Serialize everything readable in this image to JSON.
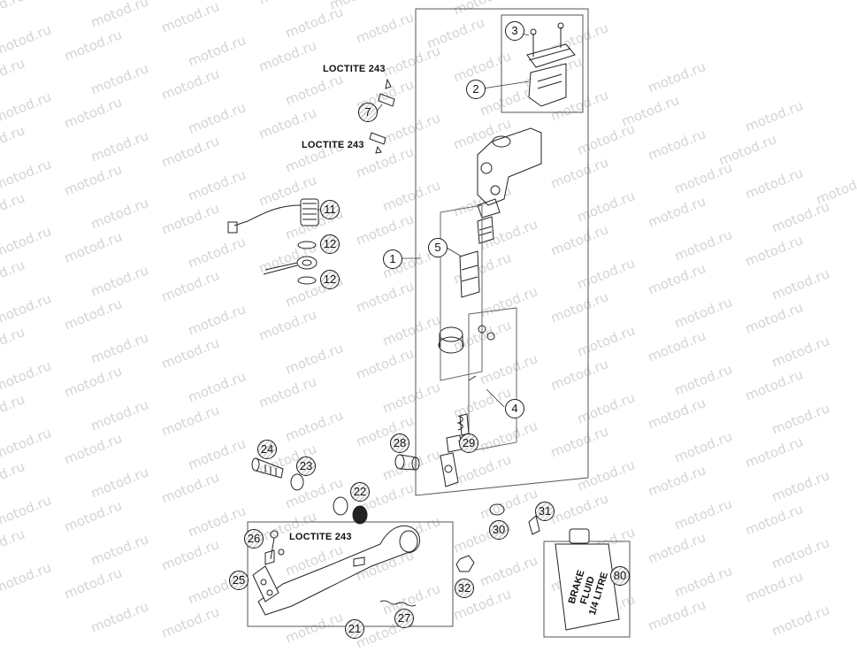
{
  "watermark": "motod.ru",
  "loctite_labels": [
    "LOCTITE 243",
    "LOCTITE 243",
    "LOCTITE 243"
  ],
  "callouts": [
    "1",
    "2",
    "3",
    "4",
    "5",
    "7",
    "11",
    "12",
    "12",
    "21",
    "22",
    "23",
    "24",
    "25",
    "26",
    "27",
    "28",
    "29",
    "30",
    "31",
    "32",
    "80"
  ],
  "fluid_bottle": {
    "line1": "BRAKE",
    "line2": "FLUID",
    "line3": "1/4 LITRE"
  }
}
